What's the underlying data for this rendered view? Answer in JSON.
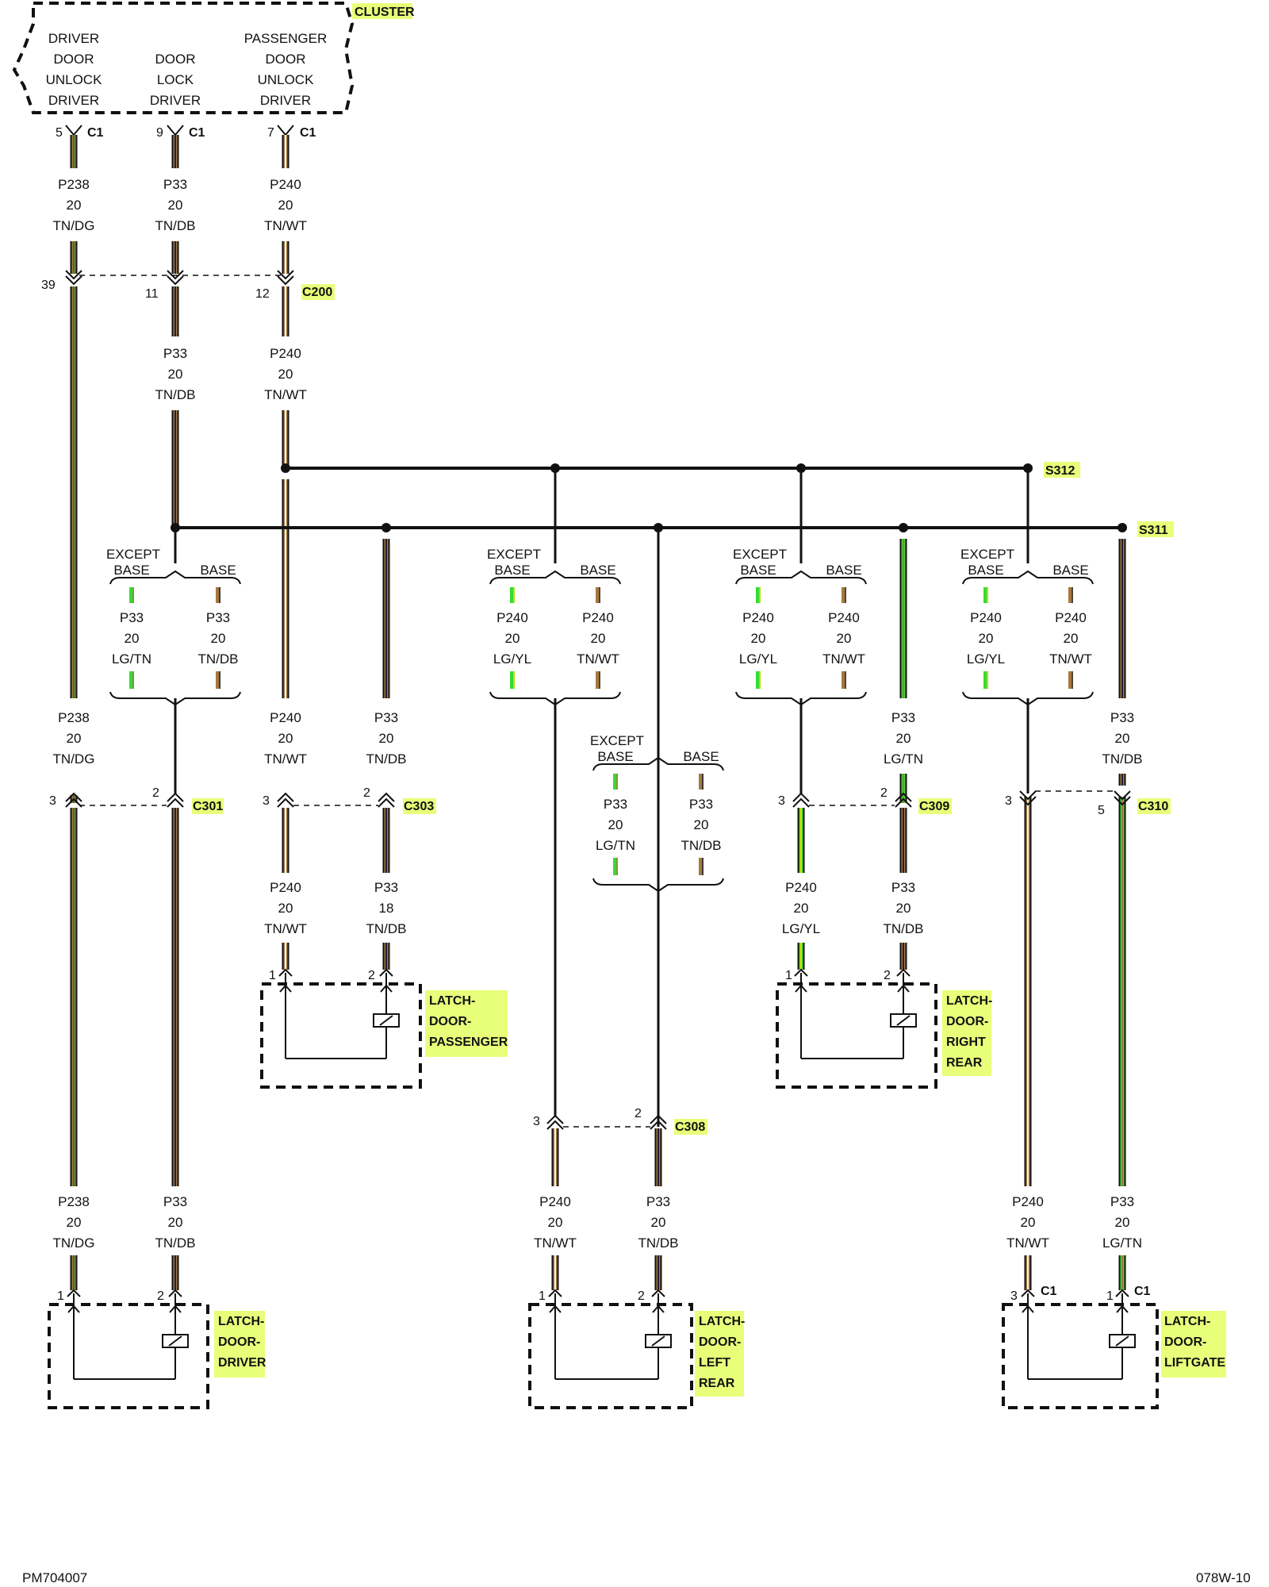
{
  "colors": {
    "tan": "#a57a3e",
    "dark_green": "#2e7d1f",
    "dark_blue": "#1f1f3a",
    "white": "#f2f2f2",
    "light_green": "#33dd33",
    "yellow": "#e8d800",
    "label_highlight": "#e8ff7a"
  },
  "cluster": {
    "label": "CLUSTER",
    "outputs": [
      [
        "DRIVER",
        "DOOR",
        "UNLOCK",
        "DRIVER"
      ],
      [
        "DOOR",
        "LOCK",
        "DRIVER"
      ],
      [
        "PASSENGER",
        "DOOR",
        "UNLOCK",
        "DRIVER"
      ]
    ]
  },
  "connectors": {
    "c1": "C1",
    "c200": "C200",
    "c301": "C301",
    "c303": "C303",
    "c308": "C308",
    "c309": "C309",
    "c310": "C310"
  },
  "splices": {
    "s312": "S312",
    "s311": "S311"
  },
  "pins": {
    "cl1": "5",
    "cl2": "9",
    "cl3": "7",
    "c200a": "39",
    "c200b": "11",
    "c200c": "12",
    "c301a": "3",
    "c301b": "2",
    "c303a": "3",
    "c303b": "2",
    "c309a": "3",
    "c309b": "2",
    "c310a": "3",
    "c310b": "5",
    "c308a": "3",
    "c308b": "2",
    "lp1": "1",
    "lp2": "2",
    "lr1": "1",
    "lr2": "2",
    "ld1": "1",
    "ld2": "2",
    "ll1": "1",
    "ll2": "2",
    "lg1": "3",
    "lg2": "1"
  },
  "options": {
    "except_base": [
      "EXCEPT",
      "BASE"
    ],
    "base": "BASE"
  },
  "wires": {
    "w1": [
      "P238",
      "20",
      "TN/DG"
    ],
    "w2": [
      "P33",
      "20",
      "TN/DB"
    ],
    "w3": [
      "P240",
      "20",
      "TN/WT"
    ],
    "w4": [
      "P33",
      "20",
      "TN/DB"
    ],
    "w5": [
      "P240",
      "20",
      "TN/WT"
    ],
    "o1a": [
      "P33",
      "20",
      "LG/TN"
    ],
    "o1b": [
      "P33",
      "20",
      "TN/DB"
    ],
    "o2a": [
      "P240",
      "20",
      "LG/YL"
    ],
    "o2b": [
      "P240",
      "20",
      "TN/WT"
    ],
    "o3a": [
      "P240",
      "20",
      "LG/YL"
    ],
    "o3b": [
      "P240",
      "20",
      "TN/WT"
    ],
    "o4a": [
      "P240",
      "20",
      "LG/YL"
    ],
    "o4b": [
      "P240",
      "20",
      "TN/WT"
    ],
    "o5a": [
      "P33",
      "20",
      "LG/TN"
    ],
    "o5b": [
      "P33",
      "20",
      "TN/DB"
    ],
    "w6": [
      "P238",
      "20",
      "TN/DG"
    ],
    "w7": [
      "P240",
      "20",
      "TN/WT"
    ],
    "w8": [
      "P33",
      "20",
      "TN/DB"
    ],
    "w9": [
      "P33",
      "20",
      "LG/TN"
    ],
    "w10": [
      "P33",
      "20",
      "TN/DB"
    ],
    "w11": [
      "P240",
      "20",
      "TN/WT"
    ],
    "w12": [
      "P33",
      "18",
      "TN/DB"
    ],
    "w13": [
      "P240",
      "20",
      "LG/YL"
    ],
    "w14": [
      "P33",
      "20",
      "TN/DB"
    ],
    "w15": [
      "P238",
      "20",
      "TN/DG"
    ],
    "w16": [
      "P33",
      "20",
      "TN/DB"
    ],
    "w17": [
      "P240",
      "20",
      "TN/WT"
    ],
    "w18": [
      "P33",
      "20",
      "TN/DB"
    ],
    "w19": [
      "P240",
      "20",
      "TN/WT"
    ],
    "w20": [
      "P33",
      "20",
      "LG/TN"
    ]
  },
  "components": {
    "passenger": [
      "LATCH-",
      "DOOR-",
      "PASSENGER"
    ],
    "right_rear": [
      "LATCH-",
      "DOOR-",
      "RIGHT",
      "REAR"
    ],
    "driver": [
      "LATCH-",
      "DOOR-",
      "DRIVER"
    ],
    "left_rear": [
      "LATCH-",
      "DOOR-",
      "LEFT",
      "REAR"
    ],
    "liftgate": [
      "LATCH-",
      "DOOR-",
      "LIFTGATE"
    ]
  },
  "footer": {
    "left": "PM704007",
    "right": "078W-10"
  }
}
